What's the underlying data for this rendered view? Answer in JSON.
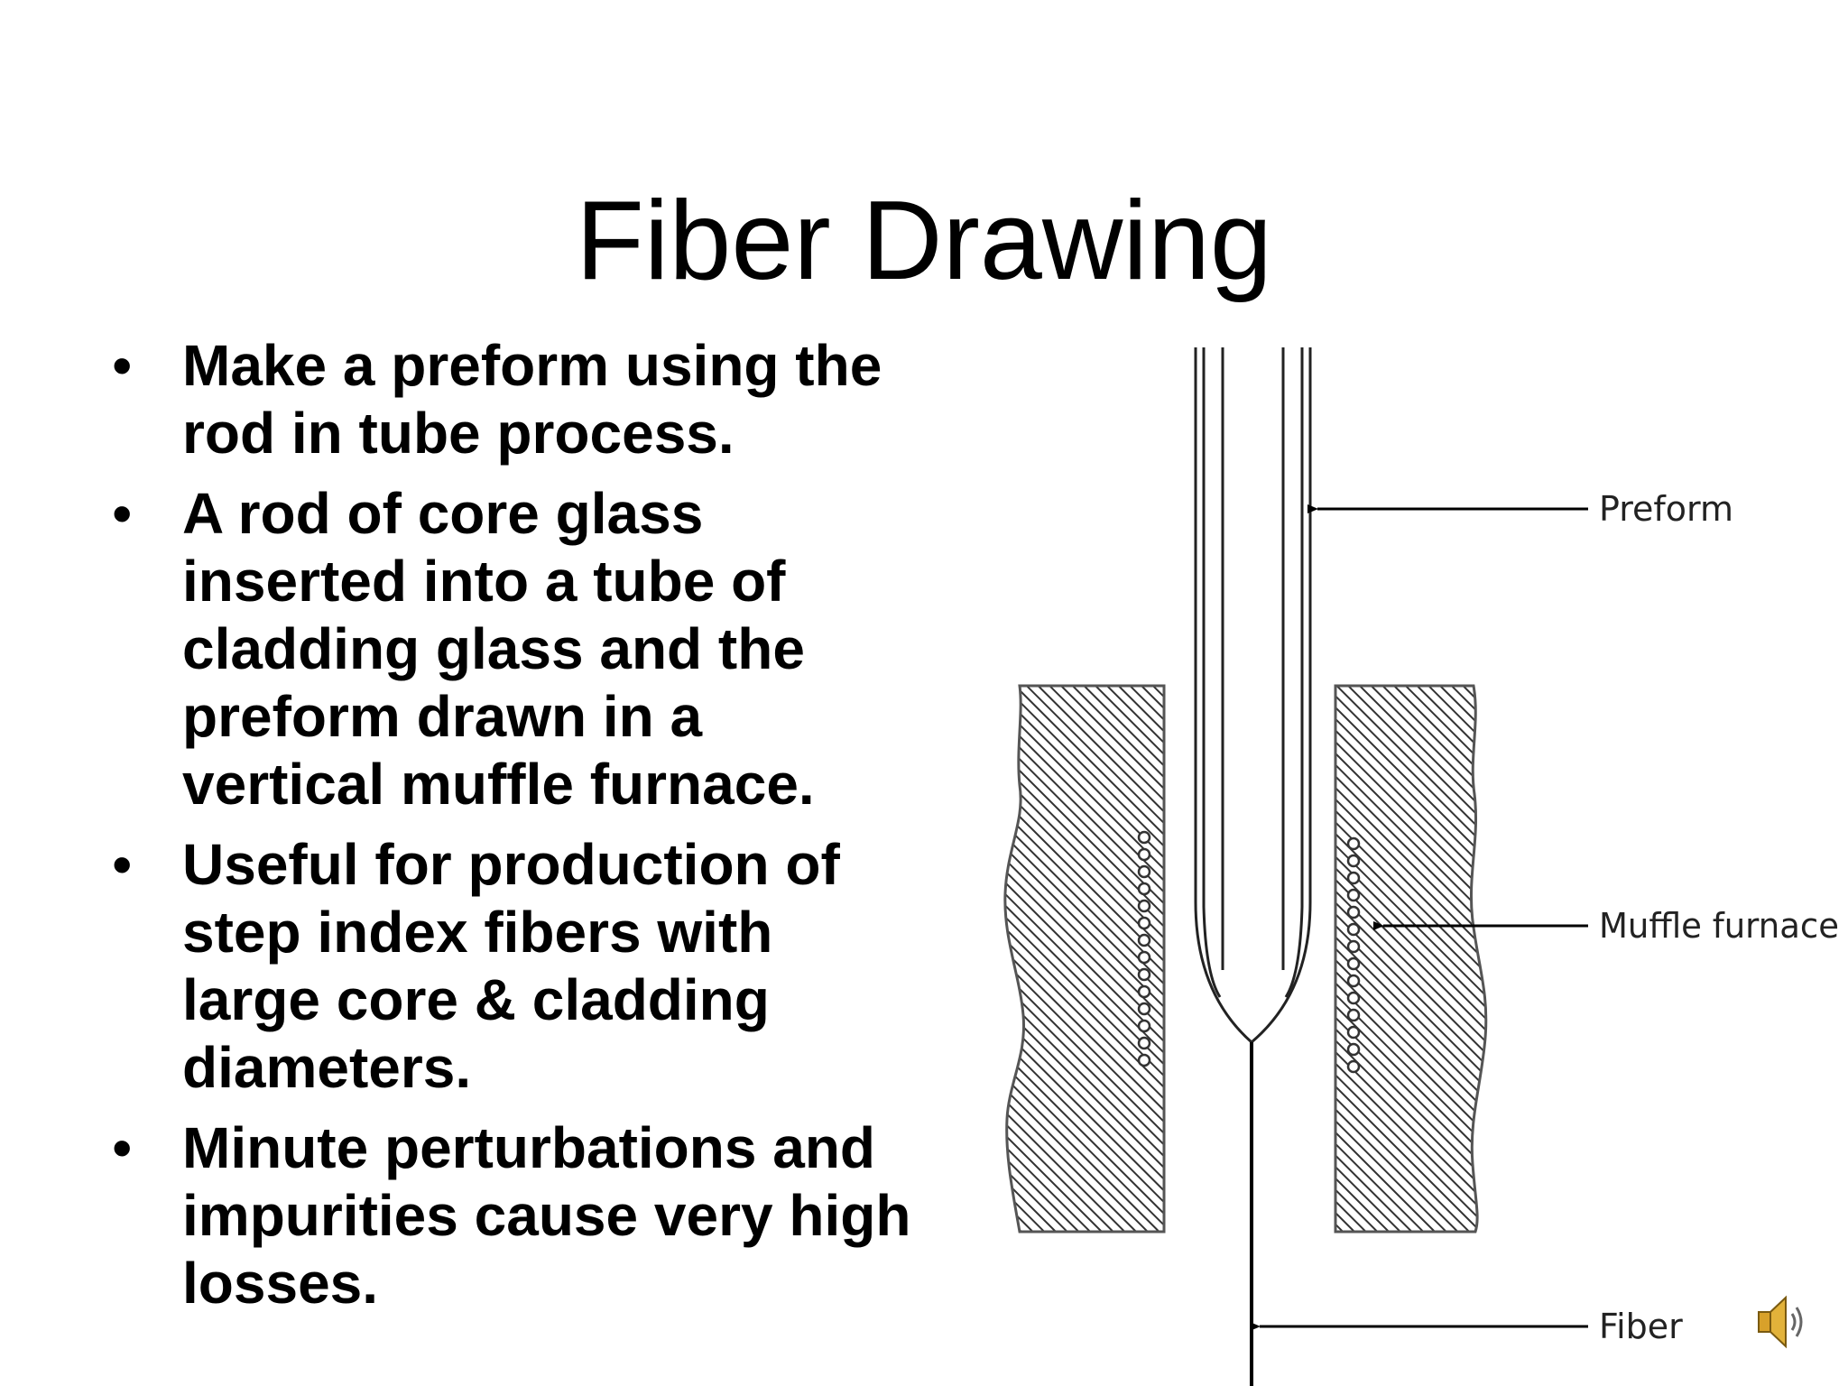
{
  "slide": {
    "title": "Fiber Drawing",
    "bullets": [
      "Make a preform using the rod in tube process.",
      "A rod of core glass inserted into a tube of cladding glass and the preform drawn in a vertical muffle furnace.",
      "Useful for production of step index fibers with large core & cladding diameters.",
      "Minute perturbations and impurities cause very high losses."
    ],
    "bullet_glyph": "•"
  },
  "diagram": {
    "labels": {
      "preform": "Preform",
      "muffle_furnace": "Muffle furnace",
      "fiber": "Fiber"
    }
  },
  "icons": {
    "speaker": "speaker-icon"
  }
}
